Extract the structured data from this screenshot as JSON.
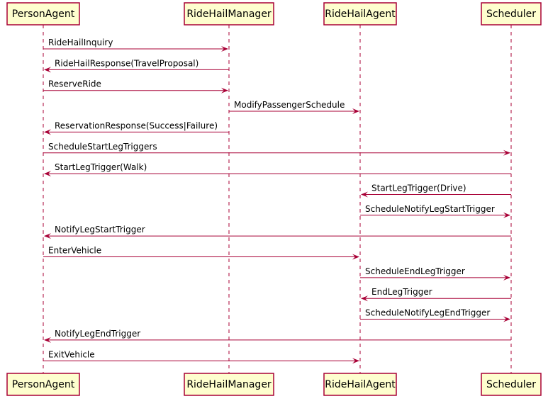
{
  "participants": [
    {
      "id": "person",
      "label": "PersonAgent"
    },
    {
      "id": "manager",
      "label": "RideHailManager"
    },
    {
      "id": "agent",
      "label": "RideHailAgent"
    },
    {
      "id": "scheduler",
      "label": "Scheduler"
    }
  ],
  "messages": [
    {
      "from": "person",
      "to": "manager",
      "label": "RideHailInquiry"
    },
    {
      "from": "manager",
      "to": "person",
      "label": "RideHailResponse(TravelProposal)"
    },
    {
      "from": "person",
      "to": "manager",
      "label": "ReserveRide"
    },
    {
      "from": "manager",
      "to": "agent",
      "label": "ModifyPassengerSchedule"
    },
    {
      "from": "manager",
      "to": "person",
      "label": "ReservationResponse(Success|Failure)"
    },
    {
      "from": "person",
      "to": "scheduler",
      "label": "ScheduleStartLegTriggers"
    },
    {
      "from": "scheduler",
      "to": "person",
      "label": "StartLegTrigger(Walk)"
    },
    {
      "from": "scheduler",
      "to": "agent",
      "label": "StartLegTrigger(Drive)"
    },
    {
      "from": "agent",
      "to": "scheduler",
      "label": "ScheduleNotifyLegStartTrigger"
    },
    {
      "from": "scheduler",
      "to": "person",
      "label": "NotifyLegStartTrigger"
    },
    {
      "from": "person",
      "to": "agent",
      "label": "EnterVehicle"
    },
    {
      "from": "agent",
      "to": "scheduler",
      "label": "ScheduleEndLegTrigger"
    },
    {
      "from": "scheduler",
      "to": "agent",
      "label": "EndLegTrigger"
    },
    {
      "from": "agent",
      "to": "scheduler",
      "label": "ScheduleNotifyLegEndTrigger"
    },
    {
      "from": "scheduler",
      "to": "person",
      "label": "NotifyLegEndTrigger"
    },
    {
      "from": "person",
      "to": "agent",
      "label": "ExitVehicle"
    }
  ]
}
